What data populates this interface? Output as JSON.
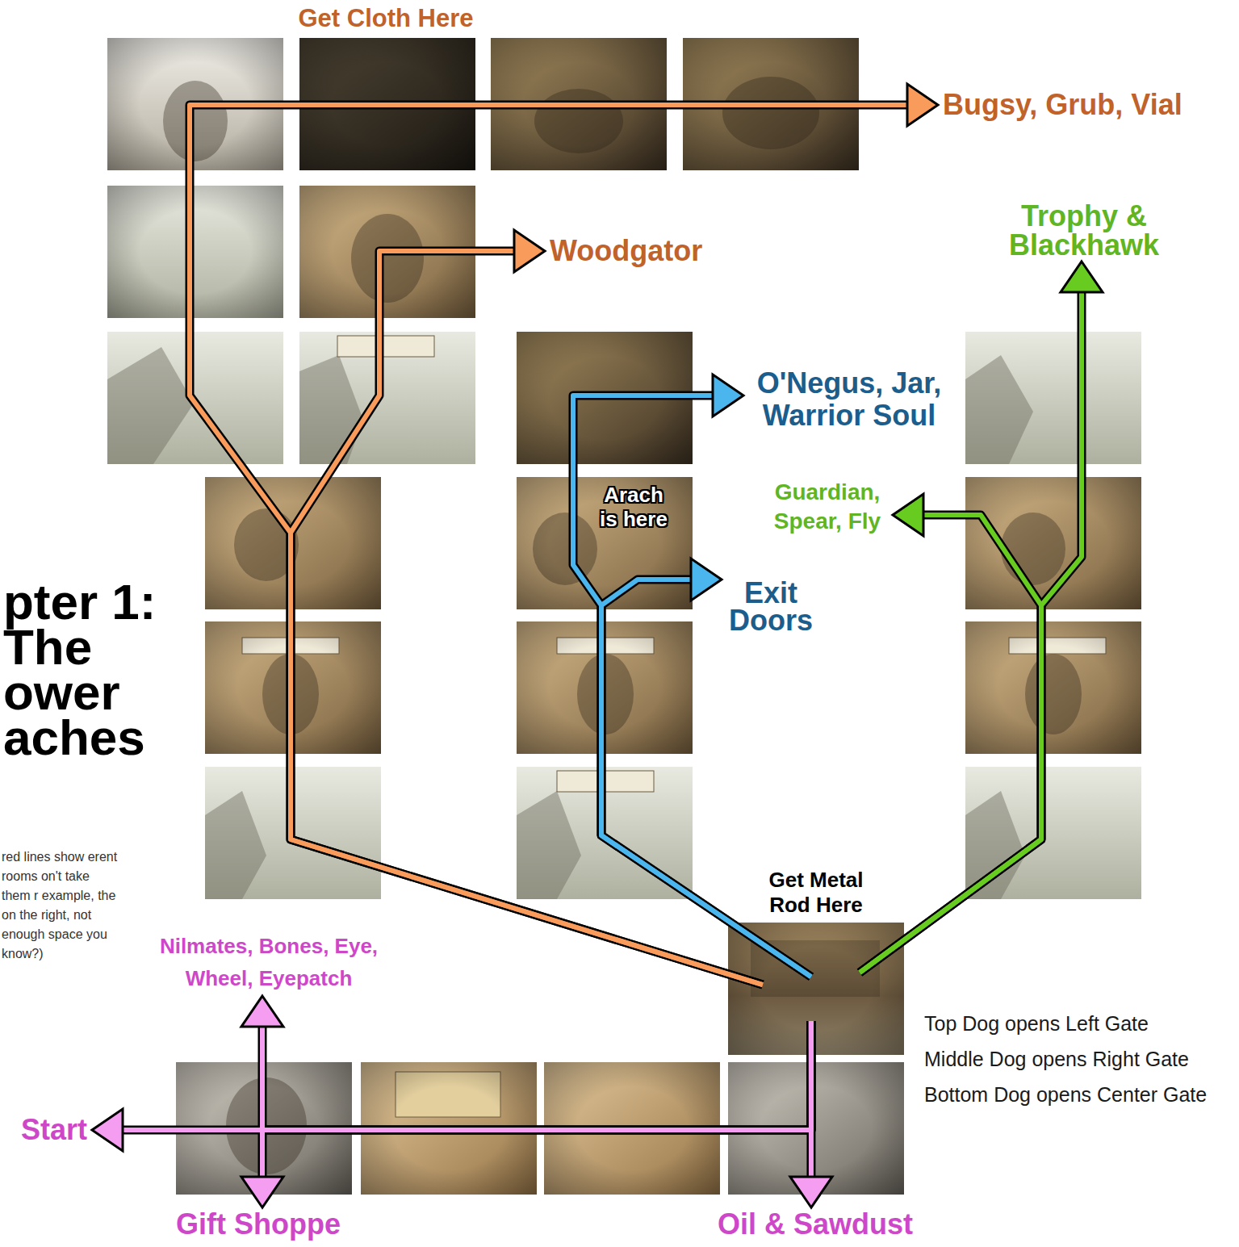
{
  "diagram": {
    "title": "pter 1: The ower aches",
    "nodes": [
      {
        "text": [
          "Bugsy, Grub, Vial"
        ]
      },
      {
        "text": [
          "Woodgator"
        ]
      },
      {
        "text": [
          "Trophy & Blackhawk"
        ]
      },
      {
        "text": [
          "O'Negus, Jar, Warrior Soul"
        ]
      },
      {
        "text": [
          "Guardian, Spear, Fly"
        ]
      },
      {
        "text": [
          "Exit Doors"
        ]
      },
      {
        "text": [
          "Get Metal Rod Here"
        ]
      },
      {
        "text": [
          "Nilmates, Bones, Eye, Wheel, Eyepatch"
        ]
      },
      {
        "text": [
          "Start"
        ]
      },
      {
        "text": [
          "Gift Shoppe"
        ]
      },
      {
        "text": [
          "Oil & Sawdust"
        ]
      }
    ],
    "edges": [
      {
        "from": 6,
        "to": 0,
        "arrow": "to"
      },
      {
        "from": 6,
        "to": 1,
        "arrow": "to"
      },
      {
        "from": 6,
        "to": 3,
        "arrow": "to"
      },
      {
        "from": 6,
        "to": 5,
        "arrow": "to"
      },
      {
        "from": 6,
        "to": 2,
        "arrow": "to"
      },
      {
        "from": 6,
        "to": 4,
        "arrow": "to"
      },
      {
        "from": 6,
        "to": 8,
        "arrow": "to"
      },
      {
        "from": 6,
        "to": 7,
        "arrow": "to"
      },
      {
        "from": 6,
        "to": 9,
        "arrow": "to"
      },
      {
        "from": 6,
        "to": 10,
        "arrow": "to"
      }
    ],
    "labels": [
      "Get Cloth Here",
      "Arach is here",
      "red lines show erent rooms on't take them r example, the on the right, not enough space you know?)",
      "Top Dog opens Left Gate",
      "Middle Dog opens Right Gate",
      "Bottom Dog opens Center Gate"
    ]
  }
}
